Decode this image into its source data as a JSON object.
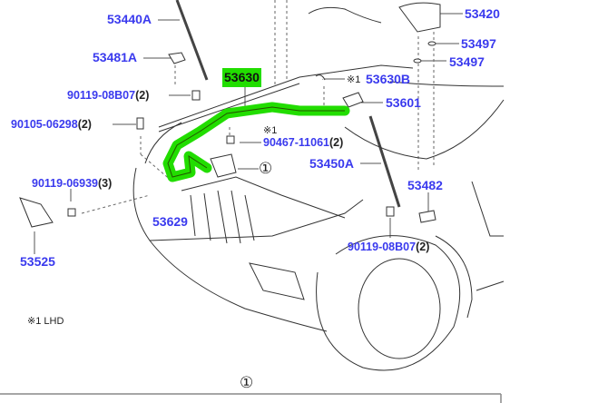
{
  "diagram": {
    "highlight_color": "#22dd00",
    "label_color": "#3a3aee",
    "parts": [
      {
        "id": "p53440A",
        "number": "53440A",
        "qty": ""
      },
      {
        "id": "p53481A",
        "number": "53481A",
        "qty": ""
      },
      {
        "id": "p9011908B07a",
        "number": "90119-08B07",
        "qty": "(2)"
      },
      {
        "id": "p9010506298",
        "number": "90105-06298",
        "qty": "(2)"
      },
      {
        "id": "p53630",
        "number": "53630",
        "qty": ""
      },
      {
        "id": "p9046711061",
        "number": "90467-11061",
        "qty": "(2)",
        "note": "※1"
      },
      {
        "id": "p9011906939",
        "number": "90119-06939",
        "qty": "(3)"
      },
      {
        "id": "p53629",
        "number": "53629",
        "qty": ""
      },
      {
        "id": "p53525",
        "number": "53525",
        "qty": ""
      },
      {
        "id": "p53420",
        "number": "53420",
        "qty": ""
      },
      {
        "id": "p53497a",
        "number": "53497",
        "qty": ""
      },
      {
        "id": "p53497b",
        "number": "53497",
        "qty": ""
      },
      {
        "id": "p53630B",
        "number": "53630B",
        "qty": "",
        "note": "※1"
      },
      {
        "id": "p53601",
        "number": "53601",
        "qty": ""
      },
      {
        "id": "p53450A",
        "number": "53450A",
        "qty": ""
      },
      {
        "id": "p53482",
        "number": "53482",
        "qty": ""
      },
      {
        "id": "p9011908B07b",
        "number": "90119-08B07",
        "qty": "(2)"
      }
    ],
    "callout_ref": "①",
    "footnote": "※1 LHD",
    "section_ref": "①"
  }
}
